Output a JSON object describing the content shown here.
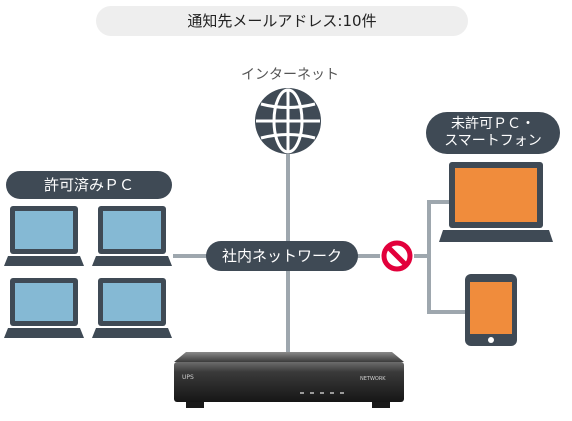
{
  "notification_caption": "通知先メールアドレス:10件",
  "internet_label": "インターネット",
  "allowed_pc_label": "許可済みＰＣ",
  "lan_label": "社内ネットワーク",
  "unauthorized_label": {
    "line1": "未許可ＰＣ・",
    "line2": "スマートフォン"
  },
  "appliance_badge_text": "UPS",
  "appliance_brand_text": "NETWORK",
  "colors": {
    "line": "#9ea7ae",
    "pill_dark": "#3f4a55",
    "allowed_screen": "#85b9d4",
    "unauthorized_screen": "#f08c3c",
    "block_icon": "#e2003b",
    "globe": "#3f4a55"
  },
  "icons": {
    "internet": "globe-icon",
    "block": "no-entry-icon",
    "allowed_devices": "laptop-icon",
    "unauthorized_devices": [
      "laptop-icon",
      "tablet-icon"
    ],
    "appliance": "network-appliance-icon"
  }
}
